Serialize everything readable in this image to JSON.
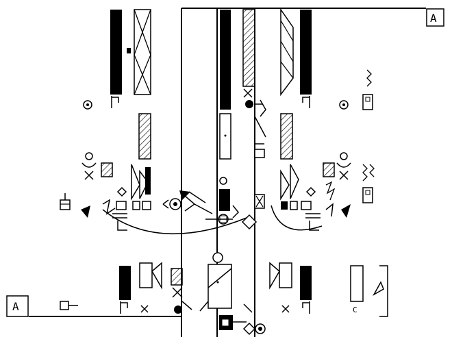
{
  "diagram": {
    "off_page_connector_top": "A",
    "off_page_connector_bottom": "A",
    "bottom_right_label": "C",
    "colors": {
      "ink": "#000000",
      "paper": "#ffffff"
    }
  }
}
